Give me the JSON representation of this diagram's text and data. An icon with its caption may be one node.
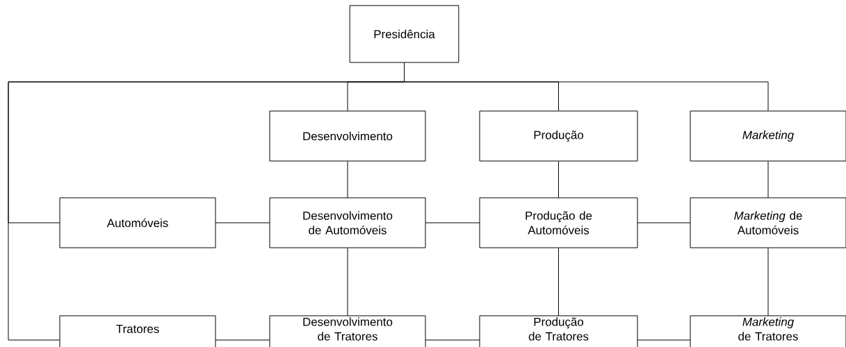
{
  "diagram": {
    "nodes": [
      {
        "text": [
          "Presidência"
        ]
      },
      {
        "text": [
          "Desenvolvimento"
        ]
      },
      {
        "text": [
          "Produção"
        ]
      },
      {
        "text": [
          "Marketing"
        ]
      },
      {
        "text": [
          "Automóveis"
        ]
      },
      {
        "text": [
          "Desenvolvimento de Automóveis"
        ]
      },
      {
        "text": [
          "Produção de Automóveis"
        ]
      },
      {
        "text": [
          "*Marketing* de Automóveis"
        ]
      },
      {
        "text": [
          "Tratores"
        ]
      },
      {
        "text": [
          "Desenvolvimento de Tratores"
        ]
      },
      {
        "text": [
          "Produção de Tratores"
        ]
      },
      {
        "text": [
          "*Marketing* de Tratores"
        ]
      }
    ],
    "edges": [
      {
        "from": 0,
        "to": 1,
        "arrow": "none"
      },
      {
        "from": 0,
        "to": 2,
        "arrow": "none"
      },
      {
        "from": 0,
        "to": 3,
        "arrow": "none"
      },
      {
        "from": 0,
        "to": 4,
        "arrow": "none"
      },
      {
        "from": 0,
        "to": 8,
        "arrow": "none"
      },
      {
        "from": 1,
        "to": 5,
        "arrow": "none"
      },
      {
        "from": 2,
        "to": 6,
        "arrow": "none"
      },
      {
        "from": 3,
        "to": 7,
        "arrow": "none"
      },
      {
        "from": 4,
        "to": 5,
        "arrow": "none"
      },
      {
        "from": 5,
        "to": 6,
        "arrow": "none"
      },
      {
        "from": 6,
        "to": 7,
        "arrow": "none"
      },
      {
        "from": 5,
        "to": 9,
        "arrow": "none"
      },
      {
        "from": 6,
        "to": 10,
        "arrow": "none"
      },
      {
        "from": 7,
        "to": 11,
        "arrow": "none"
      },
      {
        "from": 8,
        "to": 9,
        "arrow": "none"
      },
      {
        "from": 9,
        "to": 10,
        "arrow": "none"
      },
      {
        "from": 10,
        "to": 11,
        "arrow": "none"
      }
    ]
  }
}
